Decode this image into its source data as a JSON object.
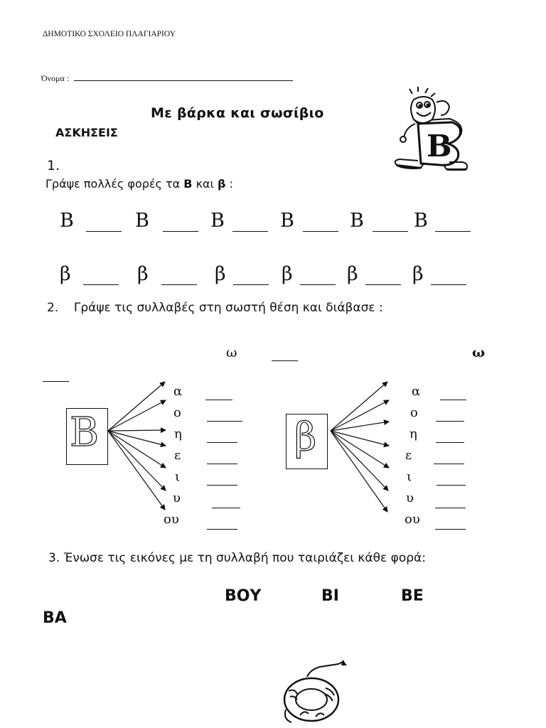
{
  "header": {
    "school": "ΔΗΜΟΤΙΚΟ ΣΧΟΛΕΙΟ ΠΛΑΓΙΑΡΙΟΥ",
    "name_label": "Όνομα :"
  },
  "title": "Με βάρκα και σωσίβιο",
  "subtitle": "ΑΣΚΗΣΕΙΣ",
  "exercise1": {
    "number": "1.",
    "instruction_prefix": "Γράψε  πολλές φορές τα ",
    "letter_upper": "Β",
    "instruction_and": " και ",
    "letter_lower": "β",
    "instruction_suffix": " :",
    "row_upper": [
      "Β",
      "Β",
      "Β",
      "Β",
      "Β",
      "Β"
    ],
    "row_lower": [
      "β",
      "β",
      "β",
      "β",
      "β",
      "β"
    ]
  },
  "exercise2": {
    "number": "2.",
    "instruction": "Γράψε τις συλλαβές στη σωστή θέση και διάβασε :",
    "omega_left": "ω",
    "omega_right": "ω",
    "box_left_letter": "Β",
    "box_right_letter": "β",
    "left_vowels": [
      "α",
      "ο",
      "η",
      "ε",
      "ι",
      "υ",
      "ου"
    ],
    "right_vowels": [
      "α",
      "ο",
      "η",
      "ε",
      "ι",
      "υ",
      "ου"
    ]
  },
  "exercise3": {
    "number": "3.",
    "instruction": "Ένωσε τις εικόνες με τη συλλαβή που ταιριάζει κάθε φορά:",
    "syllables": [
      "ΒΟΥ",
      "ΒΙ",
      "ΒΕ"
    ],
    "syllable_last": "ΒΑ"
  },
  "icons": [
    "letter-b-mascot-icon",
    "lifebuoy-icon"
  ]
}
